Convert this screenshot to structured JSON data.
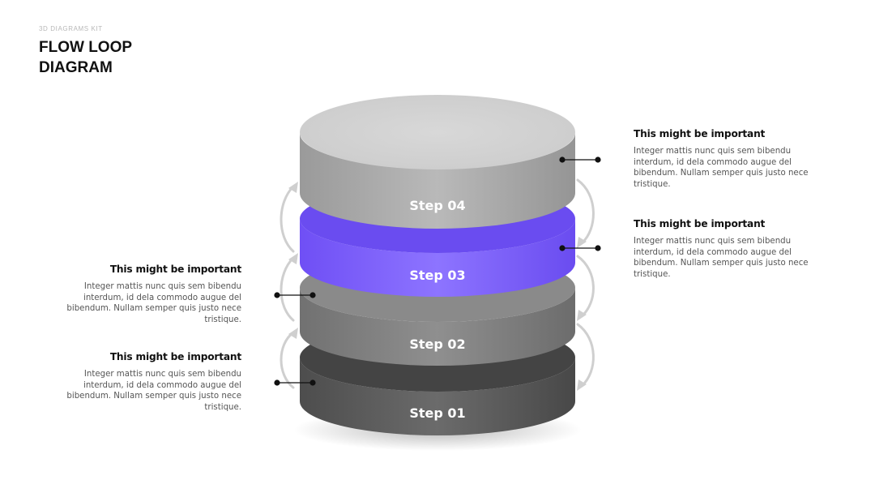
{
  "header": {
    "kit": "3D DIAGRAMS KIT",
    "title_line1": "FLOW LOOP",
    "title_line2": "DIAGRAM"
  },
  "steps": [
    {
      "label": "Step 01",
      "color": "#555555"
    },
    {
      "label": "Step 02",
      "color": "#7a7a7a"
    },
    {
      "label": "Step 03",
      "color": "#7b5cff"
    },
    {
      "label": "Step 04",
      "color": "#a8a8a8"
    }
  ],
  "callouts": [
    {
      "title": "This might be important",
      "text": "Integer mattis nunc quis sem bibendu interdum, id dela commodo augue del bibendum. Nullam semper quis justo nece tristique."
    },
    {
      "title": "This might be important",
      "text": "Integer mattis nunc quis sem bibendu interdum, id dela commodo augue del bibendum. Nullam semper quis justo nece tristique."
    },
    {
      "title": "This might be important",
      "text": "Integer mattis nunc quis sem bibendu interdum, id dela commodo augue del bibendum. Nullam semper quis justo nece tristique."
    },
    {
      "title": "This might be important",
      "text": "Integer mattis nunc quis sem bibendu interdum, id dela commodo augue del bibendum. Nullam semper quis justo nece tristique."
    }
  ]
}
